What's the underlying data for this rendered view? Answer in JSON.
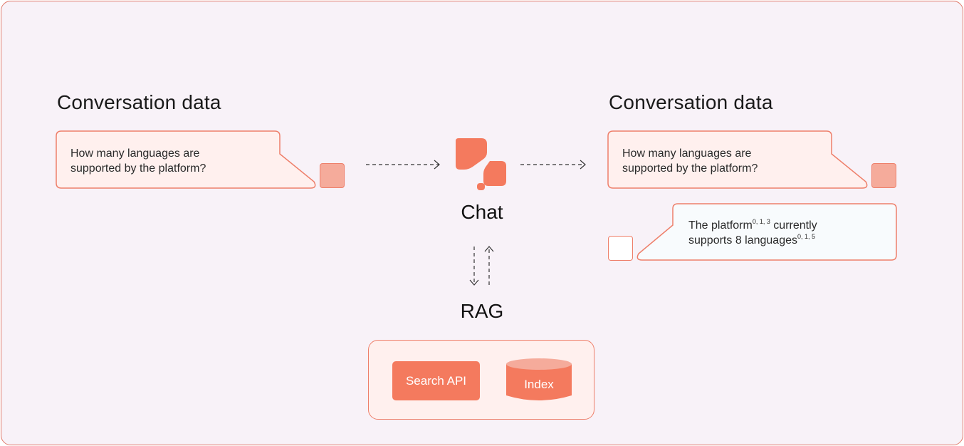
{
  "left_panel": {
    "title": "Conversation data",
    "user_message": [
      "How many languages are",
      "supported by the platform?"
    ]
  },
  "center": {
    "chat_label": "Chat",
    "rag_label": "RAG",
    "search_api_label": "Search API",
    "index_label": "Index"
  },
  "right_panel": {
    "title": "Conversation data",
    "user_message": [
      "How many languages are",
      "supported by the platform?"
    ],
    "bot_reply": {
      "line1_text": "The platform",
      "line1_citation": "0, 1, 3",
      "line1_suffix": " currently",
      "line2_text": "supports 8 languages",
      "line2_citation": "0, 1, 5"
    }
  },
  "colors": {
    "accent": "#f47a5e",
    "border": "#ee7f6a",
    "bubble_user_fill": "#fff0ee",
    "bubble_bot_fill": "#f8fbfd",
    "avatar_user_fill": "#f5ab9b",
    "background": "#f8f2f8"
  },
  "icons": {
    "chat_logo": "chat-bubbles-icon",
    "index": "database-cylinder-icon",
    "arrows": "dashed-arrow-icon"
  }
}
